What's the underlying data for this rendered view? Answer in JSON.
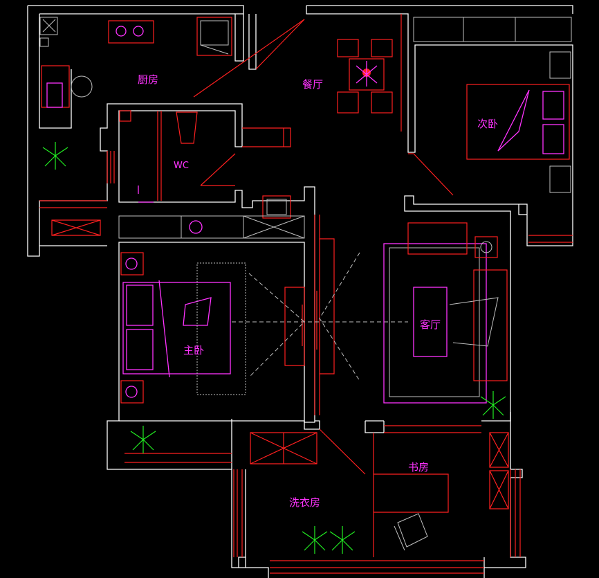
{
  "drawing": {
    "background": "#000000",
    "colors": {
      "walls": "#ffffff",
      "furniture": "#ff2020",
      "labels": "#ff33ff",
      "plants": "#22ee22"
    },
    "rooms": {
      "kitchen": "厨房",
      "dining": "餐厅",
      "second_bedroom": "次卧",
      "wc": "WC",
      "master_bedroom": "主卧",
      "living_room": "客厅",
      "study": "书房",
      "laundry": "洗衣房"
    }
  }
}
